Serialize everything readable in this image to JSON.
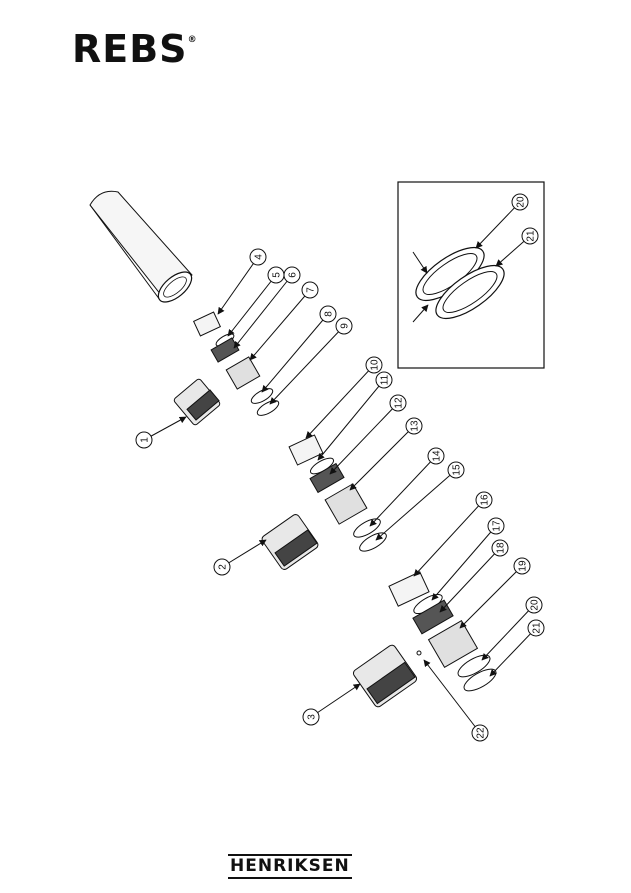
{
  "header": {
    "brand": "REBS",
    "registered_mark": "®"
  },
  "footer": {
    "brand": "HENRIKSEN"
  },
  "diagram": {
    "callouts": [
      "1",
      "2",
      "3",
      "4",
      "5",
      "6",
      "7",
      "8",
      "9",
      "10",
      "11",
      "12",
      "13",
      "14",
      "15",
      "16",
      "17",
      "18",
      "19",
      "20",
      "21",
      "22"
    ],
    "detail_callouts": [
      "20",
      "21"
    ]
  },
  "colors": {
    "line": "#111111",
    "fill_light": "#f2f2f2",
    "fill_mid": "#cfcfcf",
    "fill_dark": "#333333"
  }
}
